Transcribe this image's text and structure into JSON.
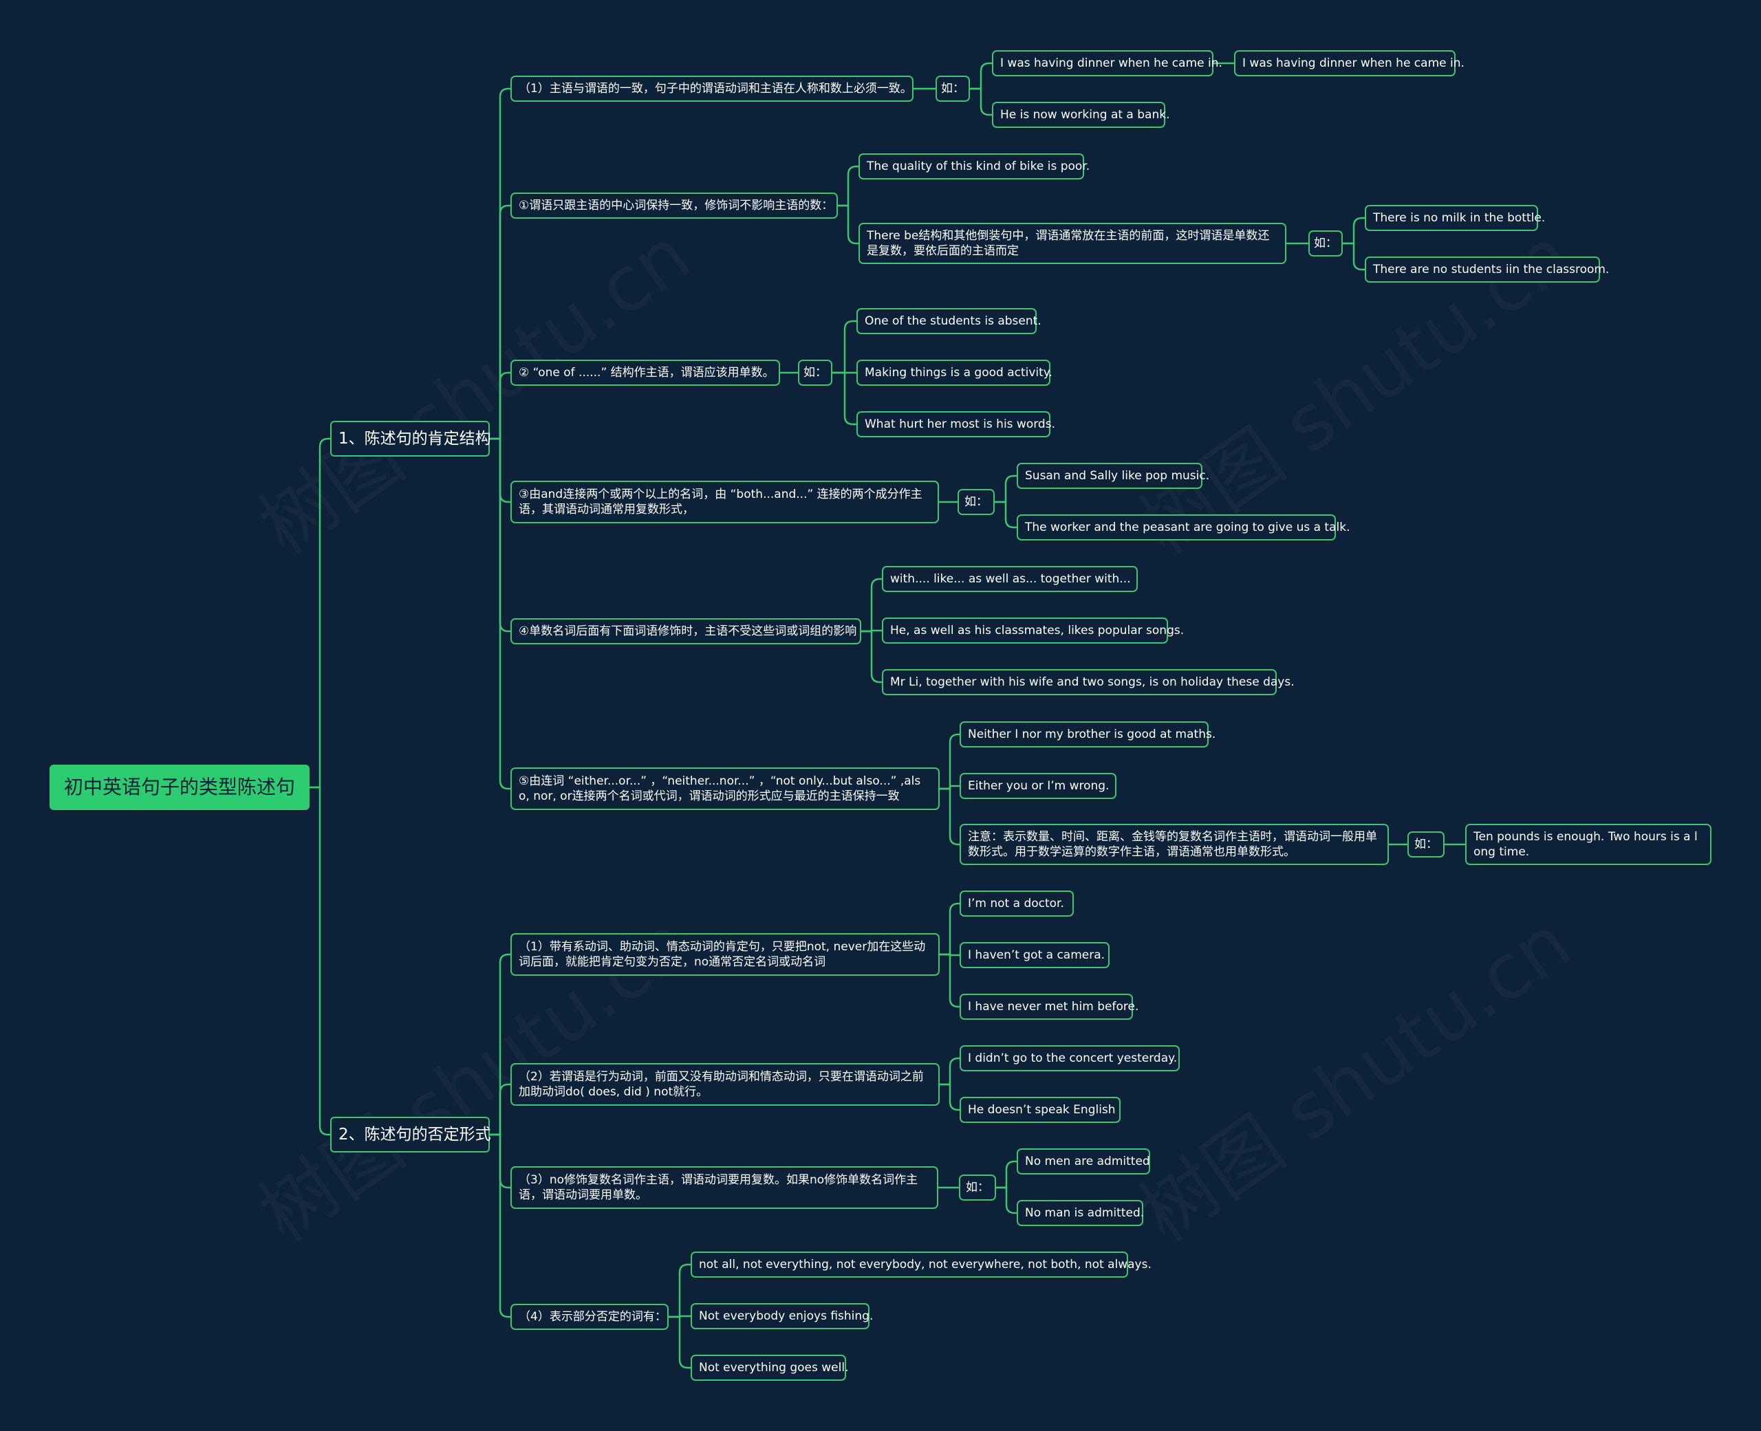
{
  "colors": {
    "background": "#0d2138",
    "accent": "#3fc56e",
    "root_fill": "#2ecc71",
    "text": "#ffffff"
  },
  "watermarks": [
    "树图 shutu.cn",
    "树图 shutu.cn",
    "树图 shutu.cn",
    "树图 shutu.cn"
  ],
  "nodes": {
    "root": "初中英语句子的类型陈述句",
    "b1": "1、陈述句的肯定结构",
    "b2": "2、陈述句的否定形式",
    "p1": "（1）主语与谓语的一致，句子中的谓语动词和主语在人称和数上必须一致。",
    "p1_ru": "如：",
    "p1_e1": "I was having dinner when he came in.",
    "p1_e1a": "I was having dinner when he came in.",
    "p1_e2": "He is now working at a bank.",
    "p2": "①谓语只跟主语的中心词保持一致，修饰词不影响主语的数：",
    "p2_e1": "The quality of this kind of bike is poor.",
    "p2_e2": "There be结构和其他倒装句中，谓语通常放在主语的前面，这时谓语是单数还是复数，要依后面的主语而定",
    "p2_ru": "如：",
    "p2_e2a": "There is no milk in the bottle.",
    "p2_e2b": "There are no students iin the classroom.",
    "p3": "② “one of ......” 结构作主语，谓语应该用单数。",
    "p3_ru": "如：",
    "p3_e1": "One of the students is absent.",
    "p3_e2": "Making things is a good activity.",
    "p3_e3": "What hurt her most is his words.",
    "p4": "③由and连接两个或两个以上的名词，由 “both...and...” 连接的两个成分作主语，其谓语动词通常用复数形式，",
    "p4_ru": "如：",
    "p4_e1": "Susan and Sally like pop music.",
    "p4_e2": "The worker and the peasant are going to give us a talk.",
    "p5": "④单数名词后面有下面词语修饰时，主语不受这些词或词组的影响",
    "p5_e1": "with....   like...  as well as...  together with...",
    "p5_e2": "He, as well as his classmates, likes popular songs.",
    "p5_e3": "Mr Li, together with his wife and two songs, is on holiday these days.",
    "p6": "⑤由连词 “either...or...” ，“neither...nor...” ，“not only...but also...” ,also, nor, or连接两个名词或代词，谓语动词的形式应与最近的主语保持一致",
    "p6_e1": "Neither I nor my brother is good at maths.",
    "p6_e2": "Either you or I’m wrong.",
    "p6_e3": "注意：表示数量、时间、距离、金钱等的复数名词作主语时，谓语动词一般用单数形式。用于数学运算的数字作主语，谓语通常也用单数形式。",
    "p6_ru": "如：",
    "p6_e3a": "Ten pounds is enough.    Two hours is a long time.",
    "n1": "（1）带有系动词、助动词、情态动词的肯定句，只要把not, never加在这些动词后面，就能把肯定句变为否定，no通常否定名词或动名词",
    "n1_e1": "I’m not a doctor.",
    "n1_e2": "I haven’t got a camera.",
    "n1_e3": "I have never met him before.",
    "n2": "（2）若谓语是行为动词，前面又没有助动词和情态动词，只要在谓语动词之前加助动词do( does, did ) not就行。",
    "n2_e1": "I didn’t go to the concert yesterday.",
    "n2_e2": "He doesn’t speak English",
    "n3": "（3）no修饰复数名词作主语，谓语动词要用复数。如果no修饰单数名词作主语，谓语动词要用单数。",
    "n3_ru": "如：",
    "n3_e1": "No men are admitted",
    "n3_e2": "No man is admitted.",
    "n4": "（4）表示部分否定的词有：",
    "n4_e1": "not all, not everything, not everybody, not everywhere, not both, not always.",
    "n4_e2": "Not everybody enjoys fishing.",
    "n4_e3": "Not everything goes well."
  }
}
